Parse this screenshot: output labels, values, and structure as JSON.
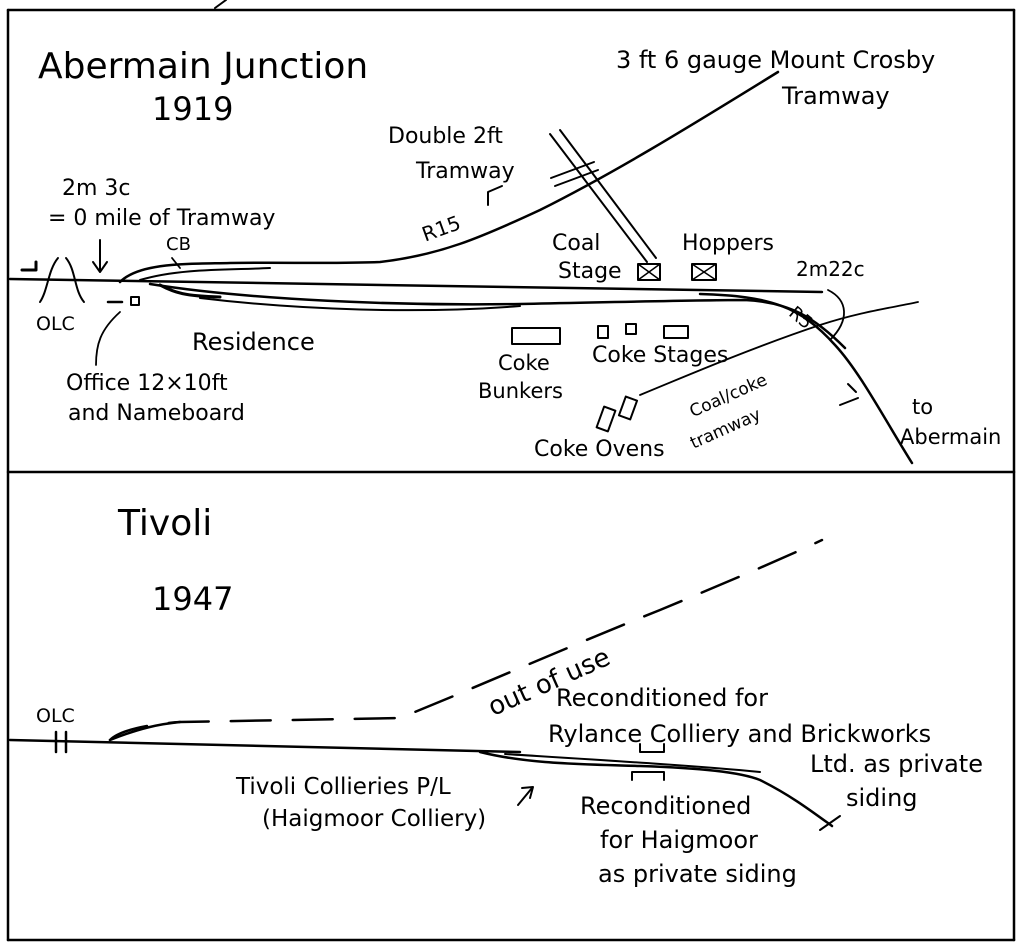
{
  "panels": {
    "top": {
      "title": "Abermain Junction",
      "year": "1919",
      "labels": {
        "mount_crosby_line1": "3 ft 6 gauge Mount Crosby",
        "mount_crosby_line2": "Tramway",
        "double_tramway_line1": "Double 2ft",
        "double_tramway_line2": "Tramway",
        "mileage_line1": "2m 3c",
        "mileage_line2": "= 0 mile of Tramway",
        "cb": "CB",
        "r15": "R15",
        "coal_stage_line1": "Coal",
        "coal_stage_line2": "Stage",
        "hoppers": "Hoppers",
        "mileage_2m22c": "2m22c",
        "r5": "R5",
        "olc": "OLC",
        "residence": "Residence",
        "coke_bunkers_line1": "Coke",
        "coke_bunkers_line2": "Bunkers",
        "coke_stages": "Coke Stages",
        "coal_coke_line1": "Coal/coke",
        "coal_coke_line2": "tramway",
        "office_line1": "Office 12×10ft",
        "office_line2": "and Nameboard",
        "coke_ovens": "Coke Ovens",
        "to_abermain_line1": "to",
        "to_abermain_line2": "Abermain"
      }
    },
    "bottom": {
      "title": "Tivoli",
      "year": "1947",
      "labels": {
        "olc": "OLC",
        "out_of_use": "out of use",
        "rylance_line1": "Reconditioned for",
        "rylance_line2": "Rylance Colliery and Brickworks",
        "rylance_line3": "Ltd. as private",
        "rylance_line4": "siding",
        "tivoli_pl_line1": "Tivoli Collieries P/L",
        "tivoli_pl_line2": "(Haigmoor Colliery)",
        "haigmoor_line1": "Reconditioned",
        "haigmoor_line2": "for Haigmoor",
        "haigmoor_line3": "as private siding"
      }
    }
  }
}
